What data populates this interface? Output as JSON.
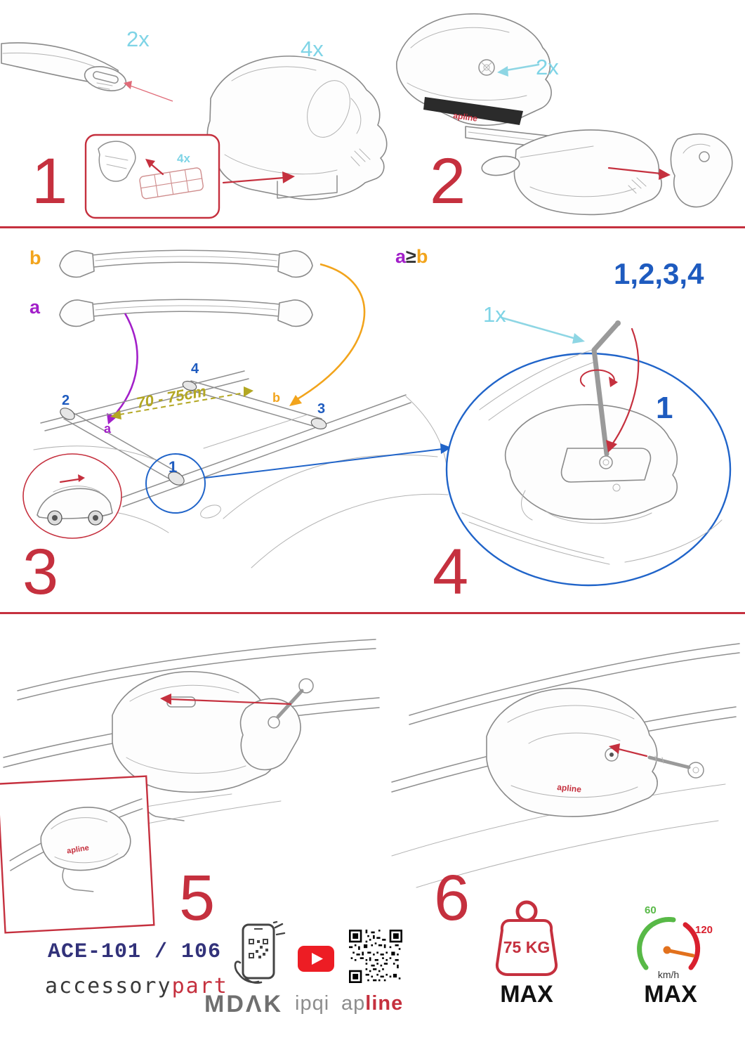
{
  "doc": {
    "type": "roof-rack crossbar installation instructions"
  },
  "colors": {
    "accent_red": "#c5303e",
    "cyan": "#7fd4e6",
    "blue": "#1e5bbf",
    "purple": "#a21fc9",
    "orange": "#f2a41c",
    "olive": "#b3a723",
    "navy": "#32327a",
    "gauge_green": "#58b947",
    "gauge_red": "#d9202e",
    "needle_orange": "#e2711d"
  },
  "step1": {
    "num": "1",
    "bar_qty": "2x",
    "cap_qty": "4x",
    "pad_qty": "4x"
  },
  "step2": {
    "num": "2",
    "screw_qty": "2x"
  },
  "step3": {
    "num": "3",
    "bar_a_label": "a",
    "bar_b_label": "b",
    "span": "70 - 75cm",
    "pos1": "1",
    "pos2": "2",
    "pos3": "3",
    "pos4": "4",
    "roof_a": "a",
    "roof_b": "b"
  },
  "step4": {
    "num": "4",
    "rel_a": "a",
    "rel_op": "≥",
    "rel_b": "b",
    "order": "1,2,3,4",
    "tool_qty": "1x",
    "turn_num": "1"
  },
  "step5": {
    "num": "5"
  },
  "step6": {
    "num": "6"
  },
  "badge": {
    "apline": "apline"
  },
  "footer": {
    "model": "ACE-101 / 106",
    "brand_black": "accessory",
    "brand_red": "part",
    "mdak": "MDΛK",
    "ipqi": "ipqi",
    "ap": "ap",
    "line": "line",
    "weight": "75 KG",
    "weight_max": "MAX",
    "speed_low": "60",
    "speed_high": "120",
    "speed_unit": "km/h",
    "speed_max": "MAX"
  }
}
